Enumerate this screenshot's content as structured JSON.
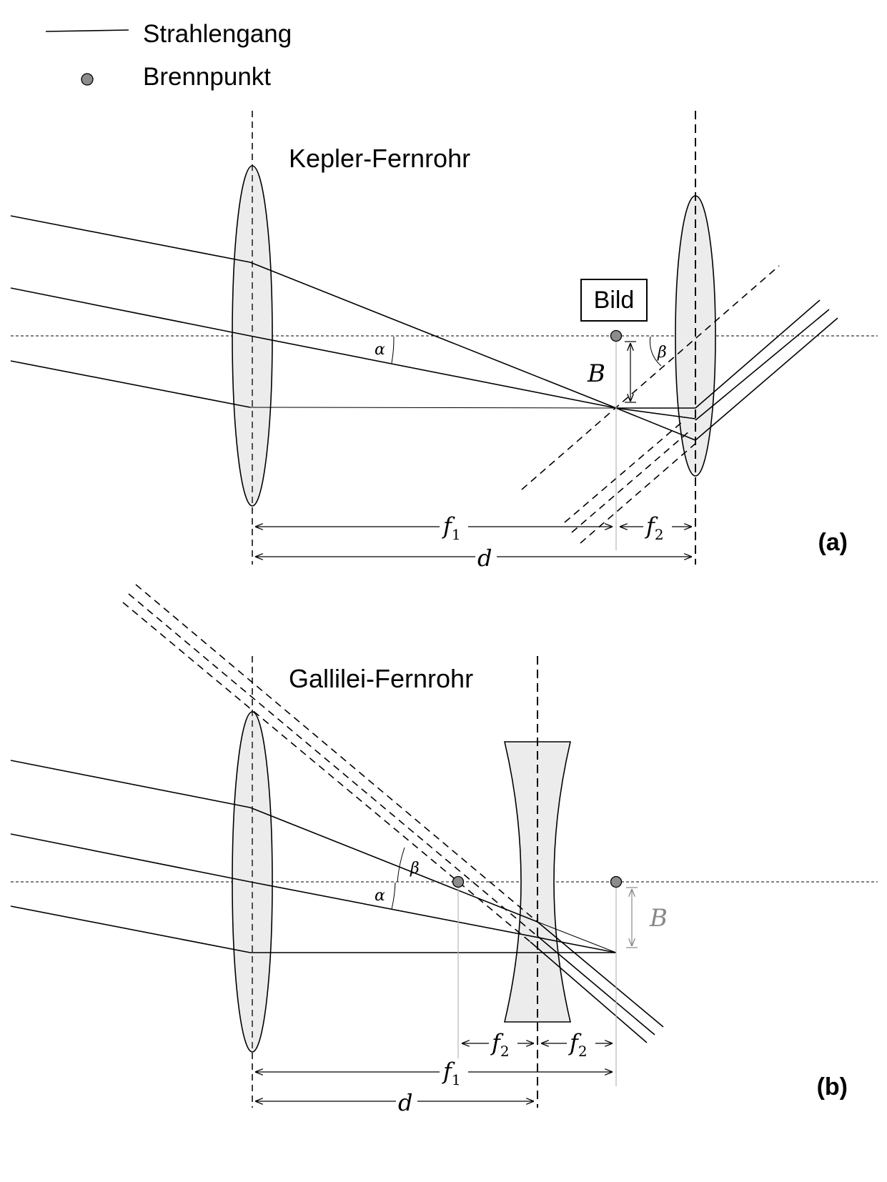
{
  "legend": {
    "ray_label": "Strahlengang",
    "focus_label": "Brennpunkt"
  },
  "panel_a": {
    "title": "Kepler-Fernrohr",
    "image_label": "Bild",
    "alpha": "α",
    "beta": "β",
    "B": "B",
    "f1": "f",
    "f1_sub": "1",
    "f2": "f",
    "f2_sub": "2",
    "d": "d",
    "panel_tag": "(a)"
  },
  "panel_b": {
    "title": "Gallilei-Fernrohr",
    "alpha": "α",
    "beta": "β",
    "B": "B",
    "f1": "f",
    "f1_sub": "1",
    "f2_left": "f",
    "f2_left_sub": "2",
    "f2_right": "f",
    "f2_right_sub": "2",
    "d": "d",
    "panel_tag": "(b)"
  }
}
